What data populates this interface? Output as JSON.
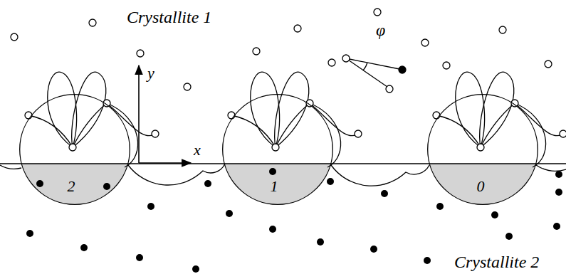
{
  "diagram": {
    "nodes": [
      {
        "text": [
          "2"
        ]
      },
      {
        "text": [
          "1"
        ]
      },
      {
        "text": [
          "0"
        ]
      }
    ],
    "labels": [
      "Crystallite 1",
      "y",
      "x",
      "φ",
      "Crystallite 2"
    ]
  }
}
